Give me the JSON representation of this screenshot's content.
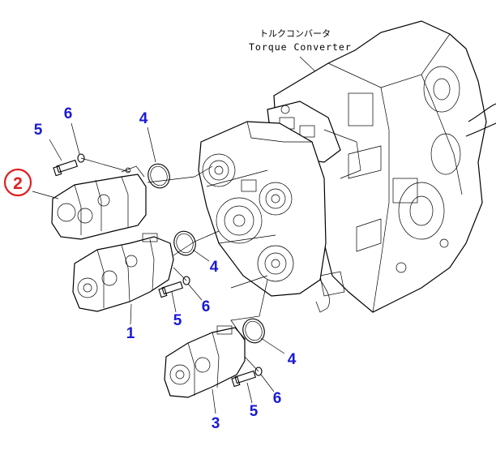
{
  "title": {
    "jp": "トルクコンバータ",
    "en": "Torque Converter"
  },
  "callouts": {
    "highlighted": "2",
    "pump1": "1",
    "pump3": "3",
    "bolt_a": "5",
    "washer_a": "6",
    "bolt_b": "5",
    "washer_b": "6",
    "bolt_c": "5",
    "washer_c": "6",
    "oring_a": "4",
    "oring_b": "4",
    "oring_c": "4"
  },
  "colors": {
    "callout": "#1a1ad6",
    "highlight": "#e01f1f",
    "line": "#000000"
  }
}
